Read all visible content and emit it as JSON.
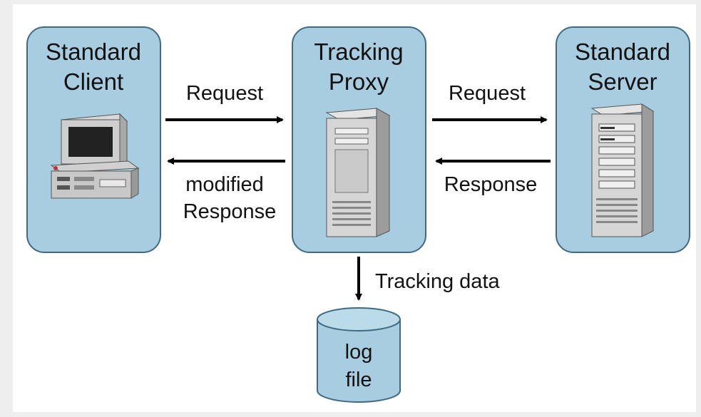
{
  "nodes": {
    "client": {
      "line1": "Standard",
      "line2": "Client"
    },
    "proxy": {
      "line1": "Tracking",
      "line2": "Proxy"
    },
    "server": {
      "line1": "Standard",
      "line2": "Server"
    },
    "log": {
      "line1": "log",
      "line2": "file"
    }
  },
  "edges": {
    "client_to_proxy": "Request",
    "proxy_to_client_line1": "modified",
    "proxy_to_client_line2": "Response",
    "proxy_to_server": "Request",
    "server_to_proxy": "Response",
    "proxy_to_log": "Tracking data"
  },
  "colors": {
    "box_fill": "#a9cde0",
    "box_stroke": "#3f6a85",
    "arrow": "#000000",
    "device_light": "#e6e6e6",
    "device_mid": "#b8b8b8",
    "device_dark": "#7a7a7a"
  }
}
